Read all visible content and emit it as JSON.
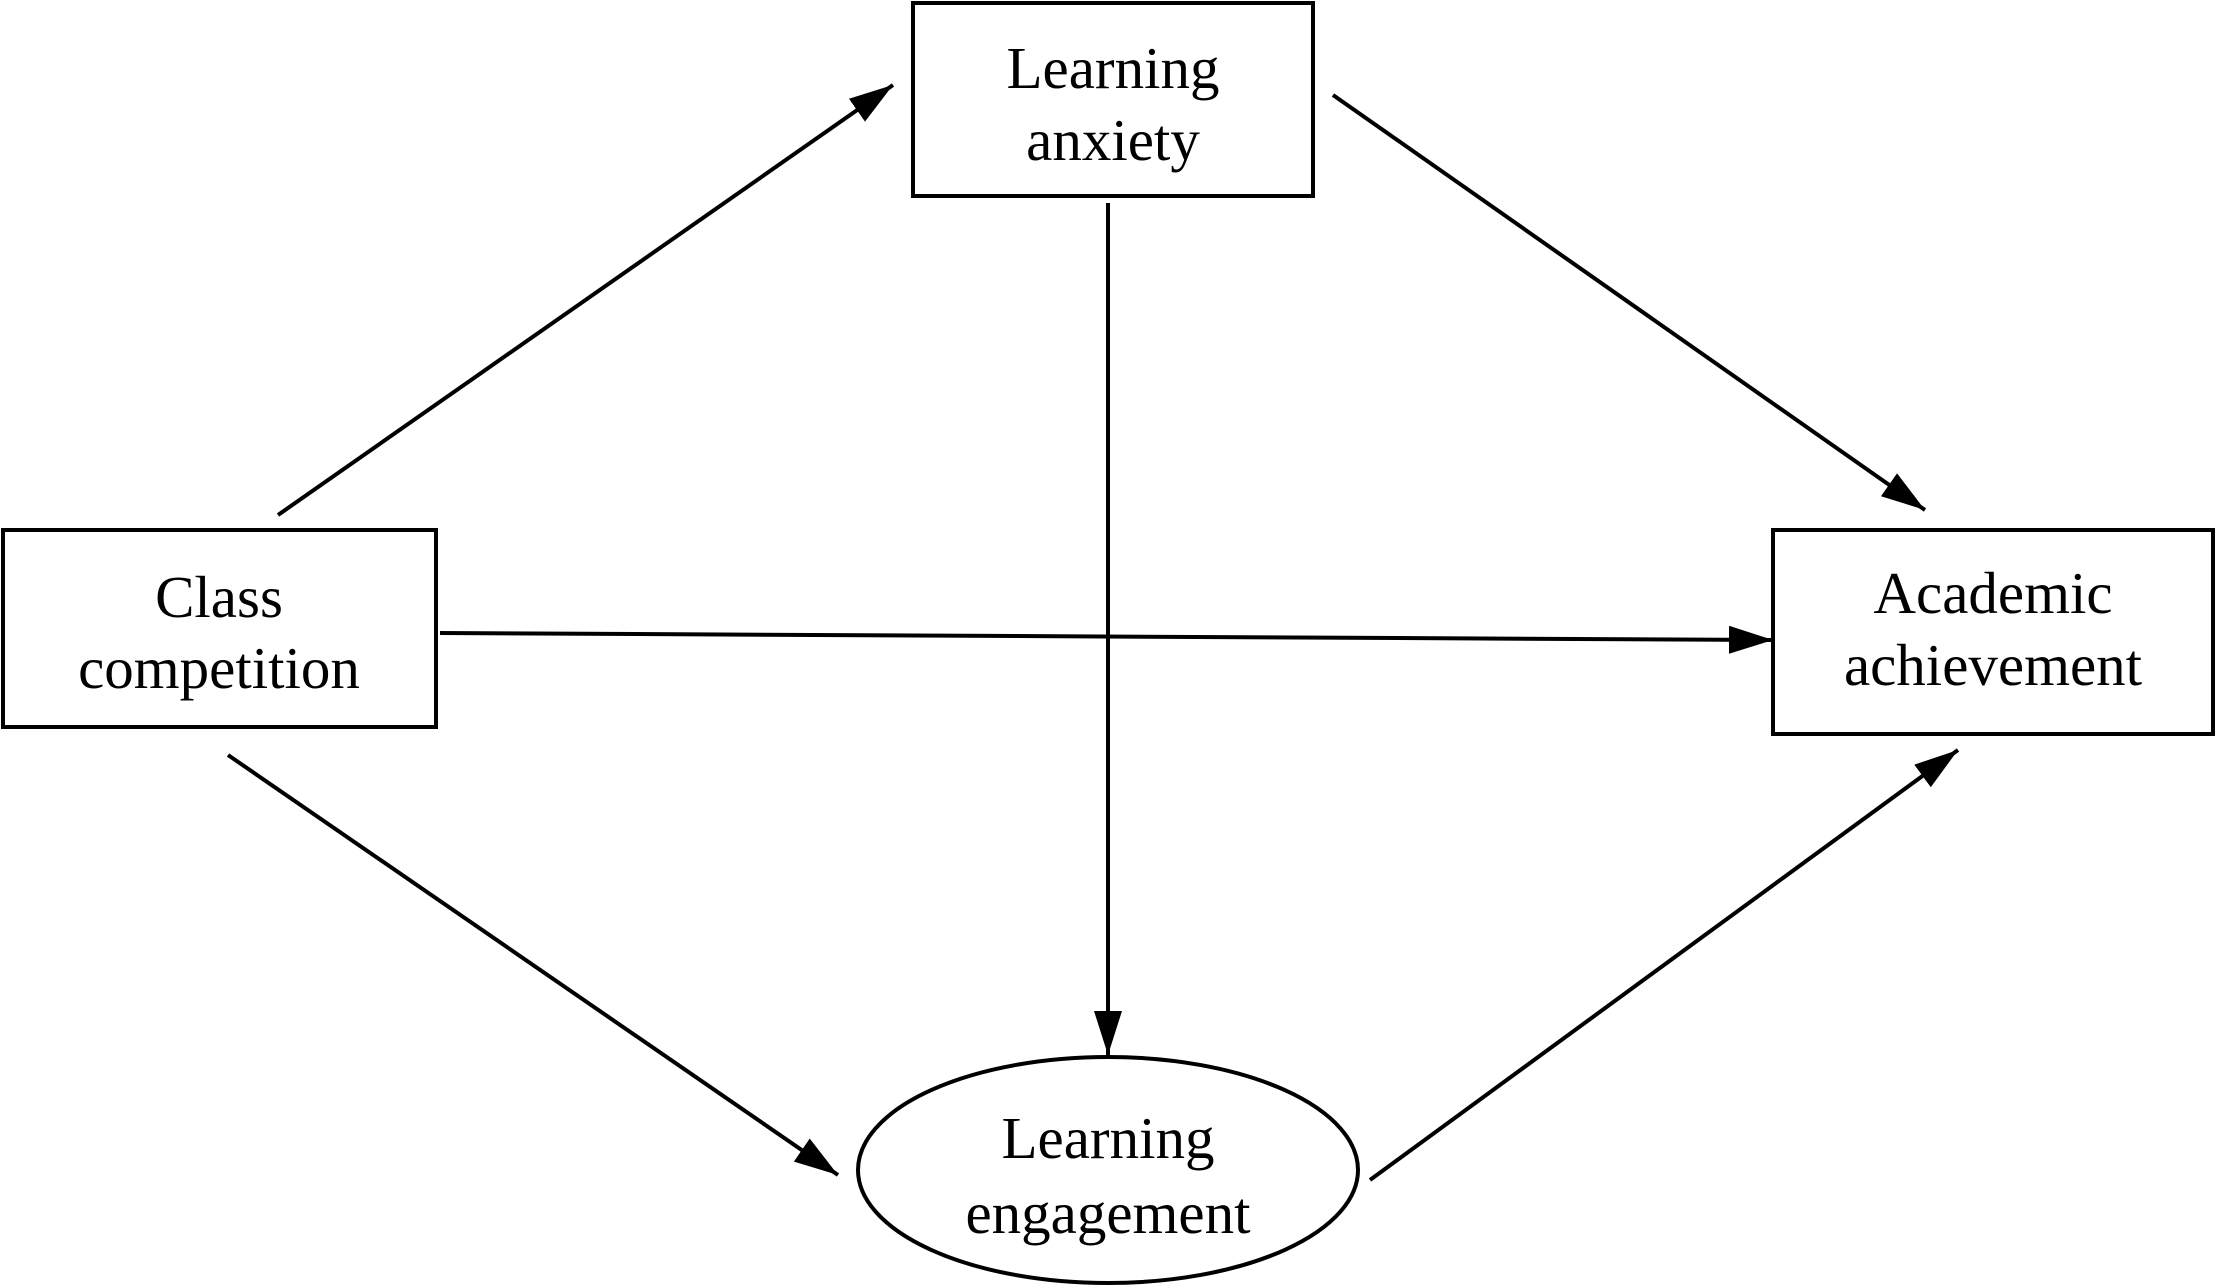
{
  "nodes": {
    "class_competition": {
      "line1": "Class",
      "line2": "competition",
      "shape": "rectangle"
    },
    "learning_anxiety": {
      "line1": "Learning",
      "line2": "anxiety",
      "shape": "rectangle"
    },
    "academic_achievement": {
      "line1": "Academic",
      "line2": "achievement",
      "shape": "rectangle"
    },
    "learning_engagement": {
      "line1": "Learning",
      "line2": "engagement",
      "shape": "ellipse"
    }
  },
  "edges": [
    {
      "from": "class_competition",
      "to": "learning_anxiety"
    },
    {
      "from": "learning_anxiety",
      "to": "academic_achievement"
    },
    {
      "from": "class_competition",
      "to": "academic_achievement"
    },
    {
      "from": "learning_anxiety",
      "to": "learning_engagement"
    },
    {
      "from": "class_competition",
      "to": "learning_engagement"
    },
    {
      "from": "learning_engagement",
      "to": "academic_achievement"
    }
  ],
  "colors": {
    "stroke": "#000000",
    "background": "#ffffff"
  }
}
